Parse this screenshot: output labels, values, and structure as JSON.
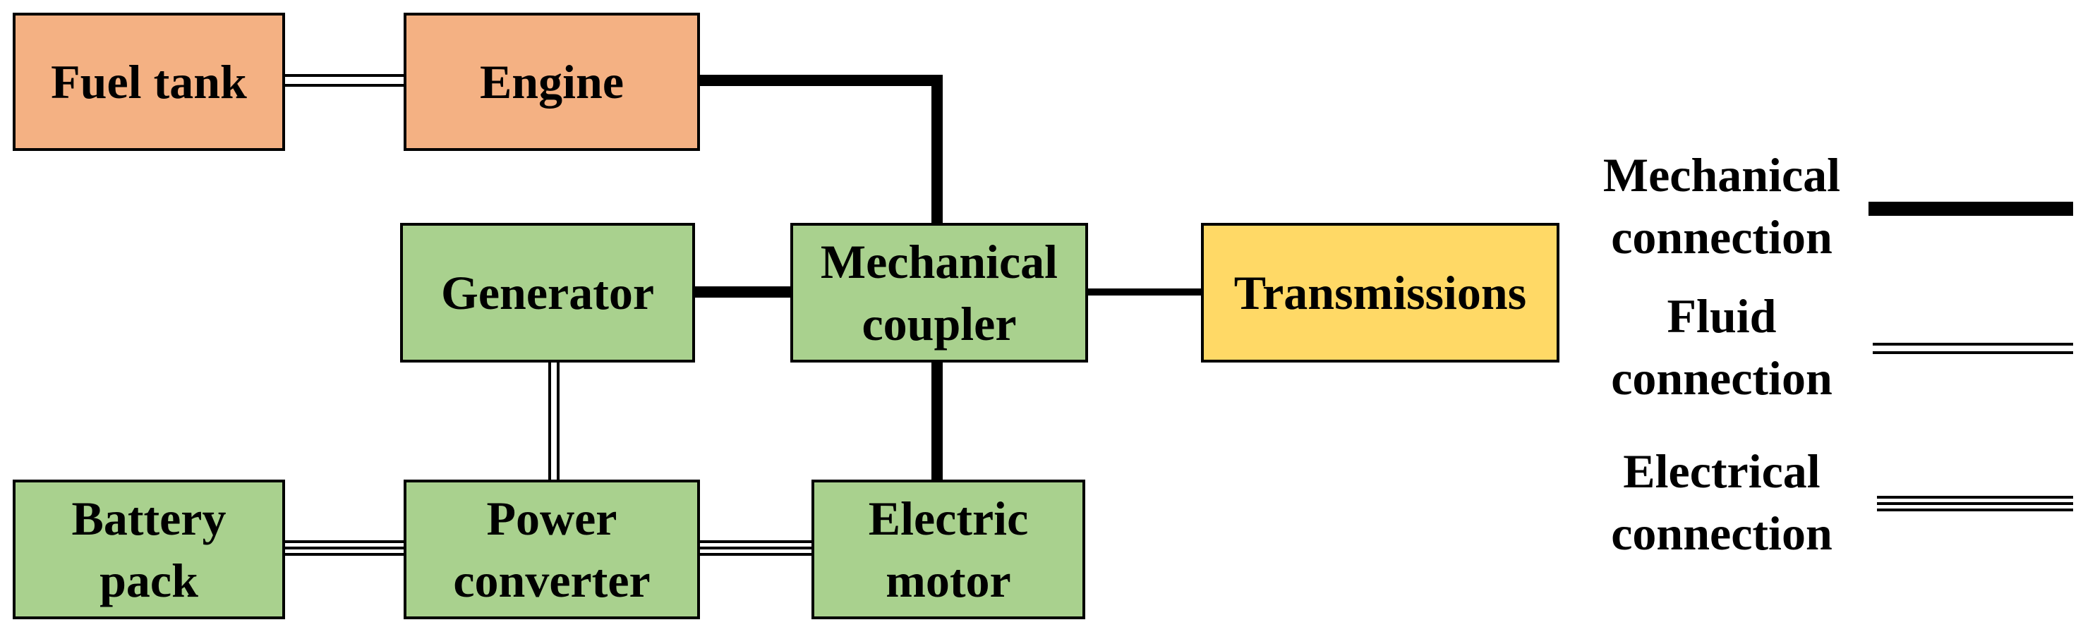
{
  "colors": {
    "fuel": "#F4B183",
    "electric": "#A9D18E",
    "output": "#FFD966",
    "line": "#000000"
  },
  "nodes": {
    "fuel_tank": "Fuel tank",
    "engine": "Engine",
    "generator": "Generator",
    "mechanical_coupler": "Mechanical\ncoupler",
    "transmissions": "Transmissions",
    "battery_pack": "Battery\npack",
    "power_converter": "Power\nconverter",
    "electric_motor": "Electric\nmotor"
  },
  "edges": [
    {
      "from": "fuel_tank",
      "to": "engine",
      "type": "fluid"
    },
    {
      "from": "engine",
      "to": "mechanical_coupler",
      "type": "mechanical"
    },
    {
      "from": "generator",
      "to": "mechanical_coupler",
      "type": "mechanical"
    },
    {
      "from": "mechanical_coupler",
      "to": "transmissions",
      "type": "mechanical"
    },
    {
      "from": "mechanical_coupler",
      "to": "electric_motor",
      "type": "mechanical"
    },
    {
      "from": "generator",
      "to": "power_converter",
      "type": "fluid"
    },
    {
      "from": "battery_pack",
      "to": "power_converter",
      "type": "electrical"
    },
    {
      "from": "power_converter",
      "to": "electric_motor",
      "type": "electrical"
    }
  ],
  "legend": {
    "mechanical": {
      "line1": "Mechanical",
      "line2": "connection"
    },
    "fluid": {
      "line1": "Fluid",
      "line2": "connection"
    },
    "electrical": {
      "line1": "Electrical",
      "line2": "connection"
    }
  }
}
